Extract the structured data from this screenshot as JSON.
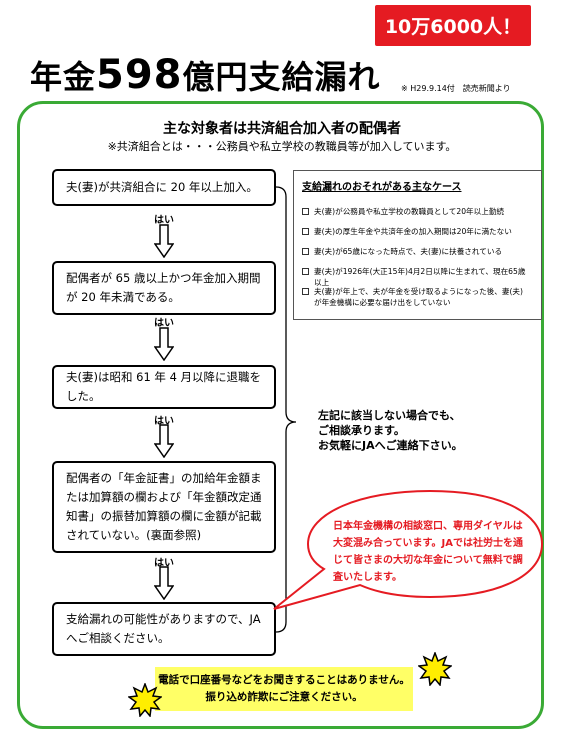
{
  "title": {
    "prefix": "年金",
    "number": "598",
    "suffix": "億円支給漏れ",
    "source_note": "※ H29.9.14付　読売新聞より",
    "badge": "10万6000人！"
  },
  "heading": {
    "main": "主な対象者は共済組合加入者の配偶者",
    "sub": "※共済組合とは・・・公務員や私立学校の教職員等が加入しています。"
  },
  "flow": {
    "yes_label": "はい",
    "steps": [
      "夫(妻)が共済組合に 20 年以上加入。",
      "配偶者が 65 歳以上かつ年金加入期間が 20 年未満である。",
      "夫(妻)は昭和 61 年 4 月以降に退職をした。",
      "配偶者の「年金証書」の加給年金額または加算額の欄および「年金額改定通知書」の振替加算額の欄に金額が記載されていない。(裏面参照)",
      "支給漏れの可能性がありますので、JAへご相談ください。"
    ]
  },
  "checklist": {
    "title": "支給漏れのおそれがある主なケース",
    "items": [
      "夫(妻)が公務員や私立学校の教職員として20年以上勤続",
      "妻(夫)の厚生年金や共済年金の加入期間は20年に満たない",
      "妻(夫)が65歳になった時点で、夫(妻)に扶養されている",
      "妻(夫)が1926年(大正15年)4月2日以降に生まれて、現在65歳以上",
      "夫(妻)が年上で、夫が年金を受け取るようになった後、妻(夫)が年金機構に必要な届け出をしていない"
    ]
  },
  "note": {
    "lines": [
      "左記に該当しない場合でも、",
      "ご相談承ります。",
      "お気軽にJAへご連絡下さい。"
    ]
  },
  "bubble": {
    "text": "日本年金機構の相談窓口、専用ダイヤルは大変混み合っています。JAでは社労士を通じて皆さまの大切な年金について無料で調査いたします。"
  },
  "warning": {
    "line1": "電話で口座番号などをお聞きすることはありません。",
    "line2": "振り込め詐欺にご注意ください。"
  },
  "colors": {
    "frame_green": "#3aaa35",
    "badge_red": "#e51b22",
    "warning_yellow": "#ffff66",
    "burst_yellow": "#ffee00"
  }
}
